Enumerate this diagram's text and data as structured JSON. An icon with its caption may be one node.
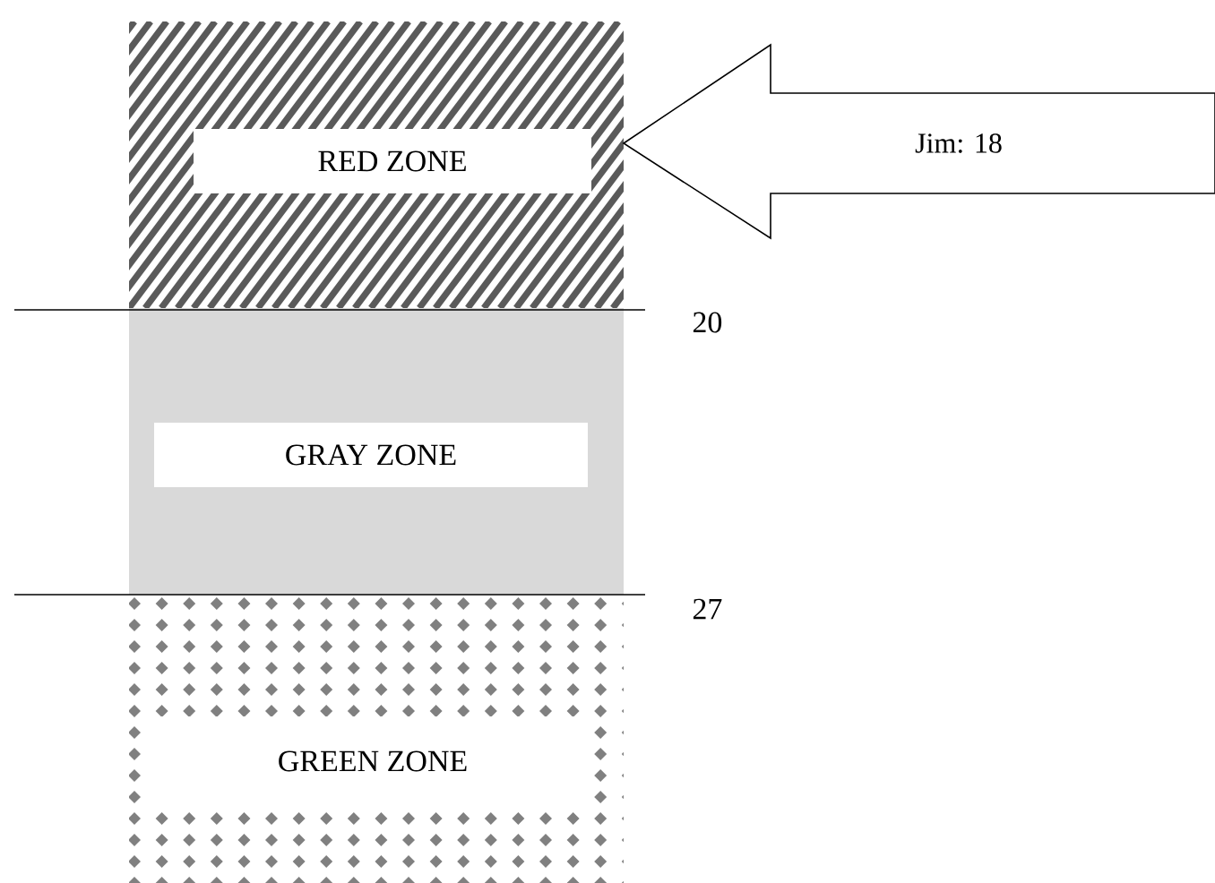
{
  "diagram": {
    "nodes": [
      {
        "text": [
          "RED ZONE"
        ]
      },
      {
        "text": [
          "Jim: 18"
        ]
      },
      {
        "text": [
          "GRAY ZONE"
        ]
      },
      {
        "text": [
          "GREEN ZONE"
        ]
      }
    ],
    "labels": [
      "20",
      "27"
    ]
  }
}
